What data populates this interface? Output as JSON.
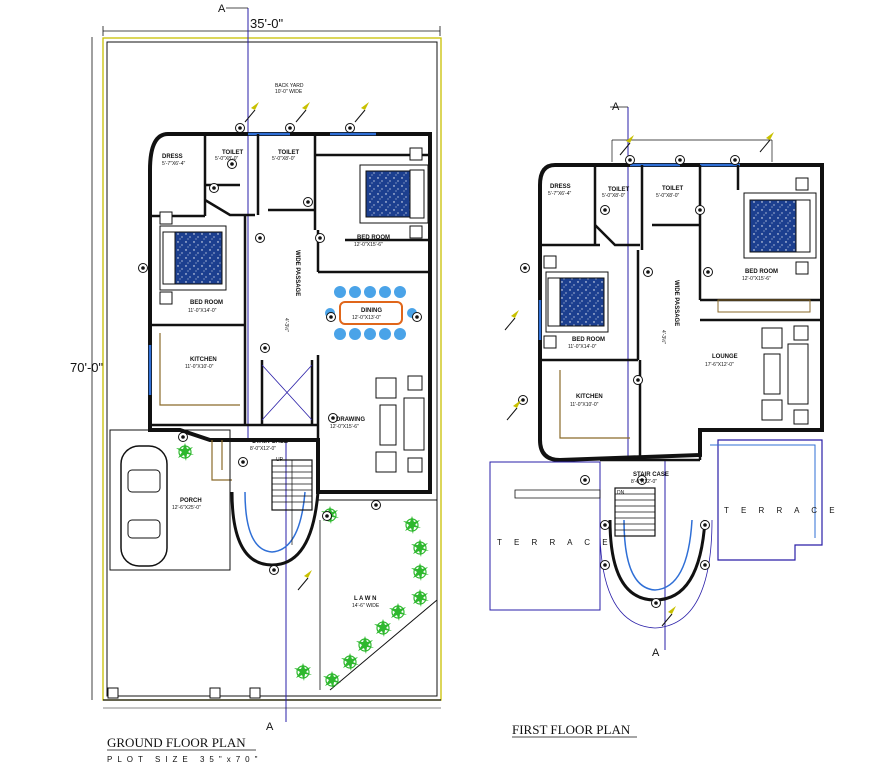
{
  "section_marker": "A",
  "ground": {
    "title": "GROUND FLOOR PLAN",
    "plot_size": "PLOT SIZE   35\"x70\"",
    "width_dim": "35'-0\"",
    "height_dim": "70'-0\"",
    "back_yard": "BACK YARD",
    "back_yard_size": "10'-0\" WIDE",
    "rooms": {
      "dress": "DRESS",
      "dress_size": "5'-7\"X6'-4\"",
      "toilet1": "TOILET",
      "toilet1_size": "5'-0\"X8'-0\"",
      "toilet2": "TOILET",
      "toilet2_size": "5'-0\"X8'-0\"",
      "bed1": "BED ROOM",
      "bed1_size": "12'-0\"X15'-6\"",
      "bed2": "BED ROOM",
      "bed2_size": "11'-0\"X14'-0\"",
      "passage": "WIDE PASSAGE",
      "passage_size": "4'-3½\"",
      "dining": "DINING",
      "dining_size": "12'-0\"X13'-0\"",
      "kitchen": "KITCHEN",
      "kitchen_size": "11'-0\"X10'-0\"",
      "drawing": "DRAWING",
      "drawing_size": "12'-0\"X15'-6\"",
      "stair": "STAIR CASE",
      "stair_size": "8'-0\"X12'-0\"",
      "up": "UP",
      "porch": "PORCH",
      "porch_size": "12'-6\"X25'-0\"",
      "lawn": "L A W N",
      "lawn_size": "14'-6\" WIDE"
    }
  },
  "first": {
    "title": "FIRST FLOOR PLAN",
    "rooms": {
      "dress": "DRESS",
      "dress_size": "5'-7\"X6'-4\"",
      "toilet1": "TOILET",
      "toilet1_size": "5'-0\"X8'-0\"",
      "toilet2": "TOILET",
      "toilet2_size": "5'-0\"X8'-0\"",
      "bed1": "BED ROOM",
      "bed1_size": "12'-0\"X15'-6\"",
      "bed2": "BED ROOM",
      "bed2_size": "11'-0\"X14'-0\"",
      "passage": "WIDE PASSAGE",
      "passage_size": "4'-3½\"",
      "lounge": "LOUNGE",
      "lounge_size": "17'-6\"X12'-0\"",
      "kitchen": "KITCHEN",
      "kitchen_size": "11'-0\"X10'-0\"",
      "stair": "STAIR CASE",
      "stair_size": "8'-0\"X12'-0\"",
      "dn": "DN",
      "terrace_left": "T E R R A C E",
      "terrace_right": "T E R R A C E"
    }
  },
  "colors": {
    "wall": "#111111",
    "plot_line": "#c8c000",
    "section_line": "#2a1fa8",
    "window": "#2f6fd6",
    "bed_fill": "#1c3f8f",
    "tree": "#2eb82e",
    "dining_table": "#e0661a",
    "chairs": "#4aa3e8"
  }
}
